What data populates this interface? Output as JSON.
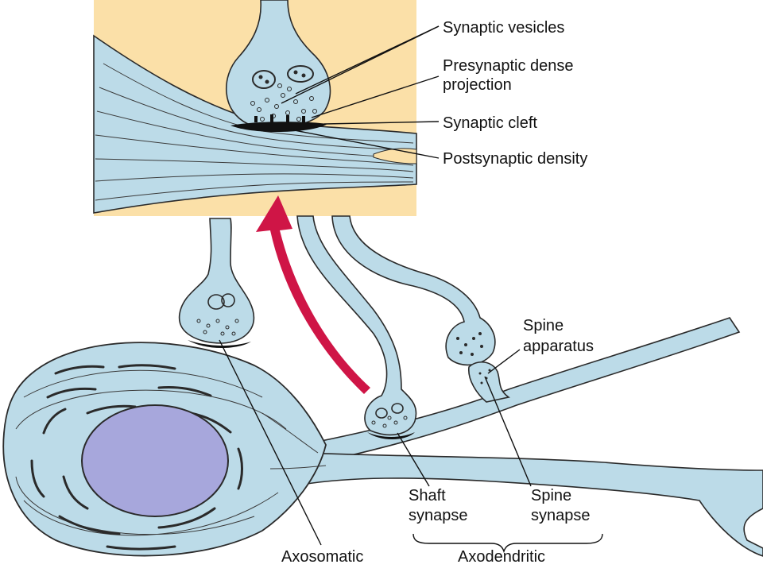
{
  "colors": {
    "background": "#ffffff",
    "inset_background": "#fbe0a8",
    "neuron_fill": "#bcdbe8",
    "neuron_outline": "#2a2a2a",
    "nucleus_fill": "#a7a7dc",
    "arrow": "#cf1546",
    "label_text": "#111111"
  },
  "labels": {
    "synaptic_vesicles": "Synaptic vesicles",
    "presynaptic_dense_line1": "Presynaptic dense",
    "presynaptic_dense_line2": "projection",
    "synaptic_cleft": "Synaptic cleft",
    "postsynaptic_density": "Postsynaptic density",
    "spine_apparatus_line1": "Spine",
    "spine_apparatus_line2": "apparatus",
    "shaft_synapse_line1": "Shaft",
    "shaft_synapse_line2": "synapse",
    "spine_synapse_line1": "Spine",
    "spine_synapse_line2": "synapse",
    "axosomatic": "Axosomatic",
    "axodendritic": "Axodendritic"
  }
}
